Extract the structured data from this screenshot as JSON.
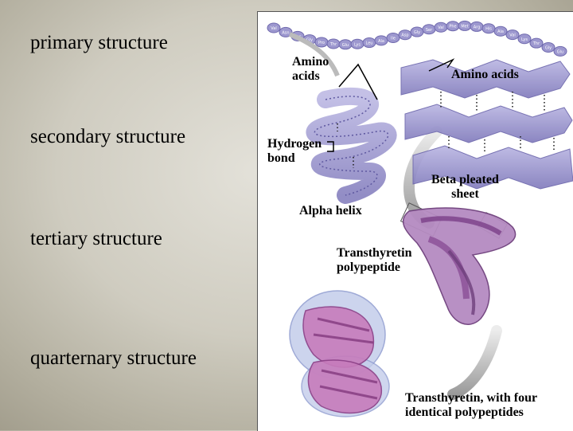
{
  "slide": {
    "levels": [
      {
        "label": "primary structure"
      },
      {
        "label": "secondary structure"
      },
      {
        "label": "tertiary structure"
      },
      {
        "label": "quarternary structure"
      }
    ]
  },
  "figure": {
    "amino_acids_left": "Amino\nacids",
    "amino_acids_right": "Amino acids",
    "hydrogen_bond": "Hydrogen\nbond",
    "beta_pleated_sheet": "Beta pleated\nsheet",
    "alpha_helix": "Alpha helix",
    "transthyretin_polypeptide": "Transthyretin\npolypeptide",
    "transthyretin_four": "Transthyretin, with four\nidentical polypeptides",
    "residues": [
      "Val",
      "Asn",
      "Ser",
      "Gly",
      "Pro",
      "Thr",
      "Glu",
      "Lys",
      "Leu",
      "Ala",
      "Ile",
      "Asp",
      "Gly",
      "Ser",
      "Val",
      "Phe",
      "Met",
      "Arg",
      "His",
      "Ala",
      "Val",
      "Lys",
      "Thr",
      "Gly",
      "Glu"
    ]
  },
  "colors": {
    "chain": "#8c87c4",
    "residue_bead": "#9d98cf",
    "ribbon": "#9a95d0",
    "ribbon_dark": "#6f69ad",
    "tertiary": "#a25aa6",
    "quaternary": "#b86cb0",
    "quaternary_blue": "#a9b6e0"
  }
}
